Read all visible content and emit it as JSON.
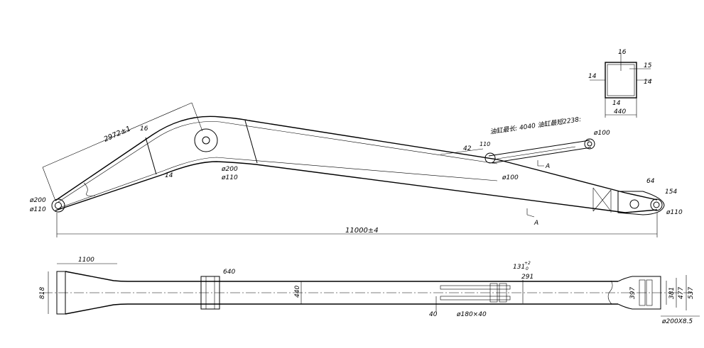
{
  "top_view": {
    "overall_length": "11000±4",
    "upper_length": "2972±1",
    "plate_16": "16",
    "plate_14": "14",
    "pin_left_outer": "ø200",
    "pin_left_inner": "ø110",
    "pin_mid_outer": "ø200",
    "pin_mid_inner": "ø110",
    "pin_right": "ø110",
    "cyl_rod_end": "ø100",
    "cyl_base_end": "ø100",
    "dim_42": "42",
    "dim_110": "110",
    "dim_64": "64",
    "dim_154": "154",
    "cylinder_note": "油缸最长: 4040  油缸最短2238:",
    "section_mark_top": "A",
    "section_mark_bottom": "A"
  },
  "section_view": {
    "dim_top": "16",
    "dim_right_top": "15",
    "dim_left": "14",
    "dim_right": "14",
    "dim_bottom_small": "14",
    "dim_width": "440"
  },
  "plan_view": {
    "dim_1100": "1100",
    "dim_818": "818",
    "dim_640": "640",
    "dim_440": "440",
    "dim_131": "131",
    "dim_131_tol": "+2",
    "dim_131_tol2": "0",
    "dim_291": "291",
    "dim_40": "40",
    "dim_180x40": "ø180×40",
    "dim_397": "397",
    "dim_381": "381",
    "dim_477": "477",
    "dim_537": "537",
    "dim_200x8_5": "ø200X8.5"
  }
}
